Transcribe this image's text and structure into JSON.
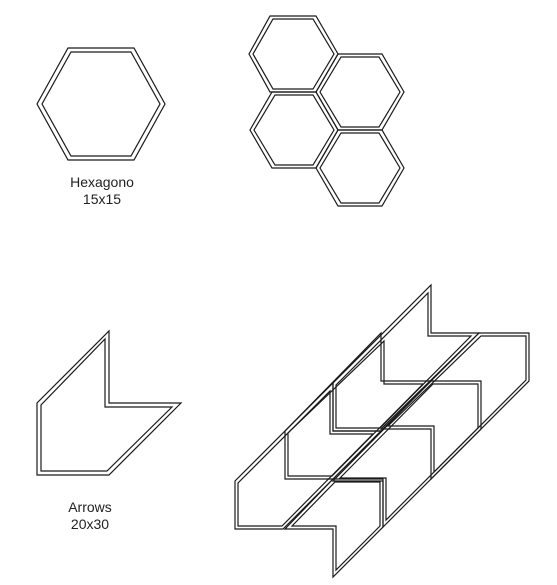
{
  "colors": {
    "outline": "#1a1a1a",
    "background": "#ffffff"
  },
  "tiles": [
    {
      "name": "Hexagono",
      "size": "15x15"
    },
    {
      "name": "Arrows",
      "size": "20x30"
    }
  ]
}
